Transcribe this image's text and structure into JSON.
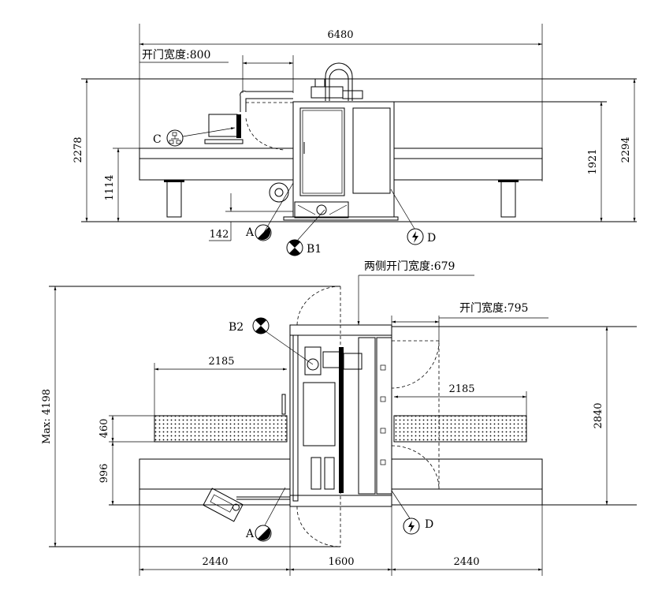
{
  "front_view": {
    "dims": {
      "overall_width": "6480",
      "door_width": "开门宽度:800",
      "total_height_left": "2278",
      "table_height": "1114",
      "cabinet_height": "1921",
      "total_height_right": "2294",
      "clearance": "142"
    },
    "markers": {
      "a": "A",
      "b1": "B1",
      "c": "C",
      "d": "D"
    }
  },
  "top_view": {
    "dims": {
      "both_side_door_width": "两侧开门宽度:679",
      "door_width": "开门宽度:795",
      "left_extension": "2185",
      "right_extension": "2185",
      "max_depth": "Max: 4198",
      "panel_width": "460",
      "panel_offset": "996",
      "machine_depth": "2840",
      "left_table": "2440",
      "machine_width": "1600",
      "right_table": "2440"
    },
    "markers": {
      "b2": "B2",
      "a": "A",
      "d": "D"
    }
  }
}
